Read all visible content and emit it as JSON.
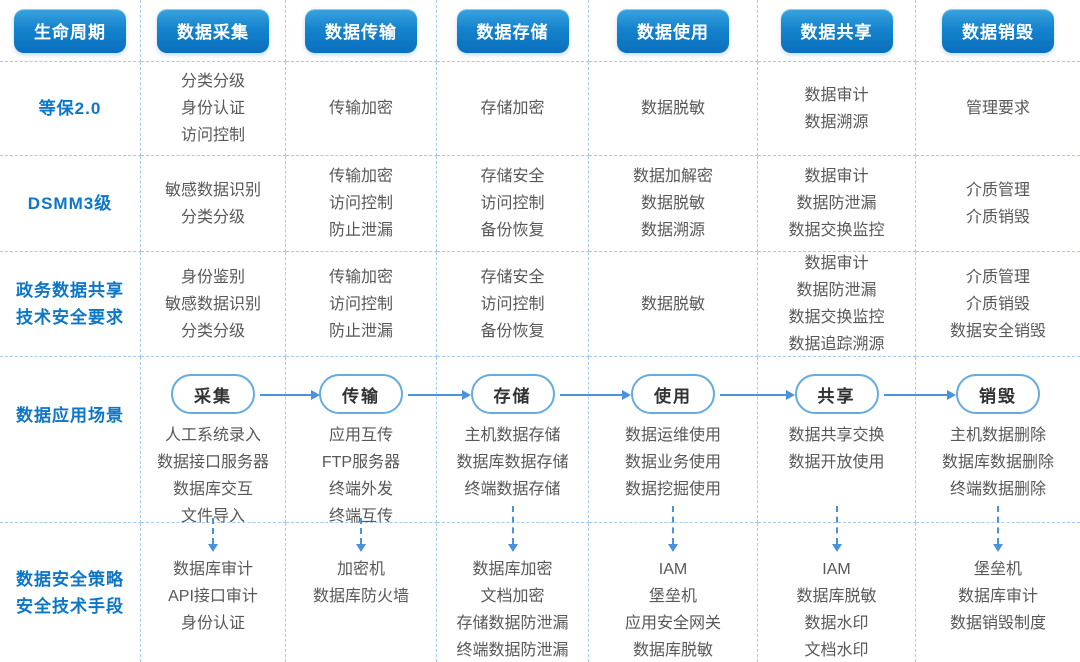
{
  "palette": {
    "pill_gradient_top": "#3aa4e0",
    "pill_gradient_bottom": "#0a6fbe",
    "label_blue": "#0d76c7",
    "cell_text_gray": "#595757",
    "grid_dash_blue": "#a6c9ef",
    "arrow_blue": "#4a92d9",
    "badge_border_blue": "#66abdf"
  },
  "header": {
    "columns": [
      "生命周期",
      "数据采集",
      "数据传输",
      "数据存储",
      "数据使用",
      "数据共享",
      "数据销毁"
    ]
  },
  "standards": [
    {
      "label": "等保2.0",
      "cells": [
        [
          "分类分级",
          "身份认证",
          "访问控制"
        ],
        [
          "传输加密"
        ],
        [
          "存储加密"
        ],
        [
          "数据脱敏"
        ],
        [
          "数据审计",
          "数据溯源"
        ],
        [
          "管理要求"
        ]
      ]
    },
    {
      "label": "DSMM3级",
      "cells": [
        [
          "敏感数据识别",
          "分类分级"
        ],
        [
          "传输加密",
          "访问控制",
          "防止泄漏"
        ],
        [
          "存储安全",
          "访问控制",
          "备份恢复"
        ],
        [
          "数据加解密",
          "数据脱敏",
          "数据溯源"
        ],
        [
          "数据审计",
          "数据防泄漏",
          "数据交换监控"
        ],
        [
          "介质管理",
          "介质销毁"
        ]
      ]
    },
    {
      "label": [
        "政务数据共享",
        "技术安全要求"
      ],
      "cells": [
        [
          "身份鉴别",
          "敏感数据识别",
          "分类分级"
        ],
        [
          "传输加密",
          "访问控制",
          "防止泄漏"
        ],
        [
          "存储安全",
          "访问控制",
          "备份恢复"
        ],
        [
          "数据脱敏"
        ],
        [
          "数据审计",
          "数据防泄漏",
          "数据交换监控",
          "数据追踪溯源"
        ],
        [
          "介质管理",
          "介质销毁",
          "数据安全销毁"
        ]
      ]
    }
  ],
  "scenarios": {
    "label": "数据应用场景",
    "stages": [
      {
        "badge": "采集",
        "items": [
          "人工系统录入",
          "数据接口服务器",
          "数据库交互",
          "文件导入"
        ]
      },
      {
        "badge": "传输",
        "items": [
          "应用互传",
          "FTP服务器",
          "终端外发",
          "终端互传"
        ]
      },
      {
        "badge": "存储",
        "items": [
          "主机数据存储",
          "数据库数据存储",
          "终端数据存储"
        ]
      },
      {
        "badge": "使用",
        "items": [
          "数据运维使用",
          "数据业务使用",
          "数据挖掘使用"
        ]
      },
      {
        "badge": "共享",
        "items": [
          "数据共享交换",
          "数据开放使用"
        ]
      },
      {
        "badge": "销毁",
        "items": [
          "主机数据删除",
          "数据库数据删除",
          "终端数据删除"
        ]
      }
    ]
  },
  "security": {
    "label": [
      "数据安全策略",
      "安全技术手段"
    ],
    "cells": [
      [
        "数据库审计",
        "API接口审计",
        "身份认证"
      ],
      [
        "加密机",
        "数据库防火墙"
      ],
      [
        "数据库加密",
        "文档加密",
        "存储数据防泄漏",
        "终端数据防泄漏"
      ],
      [
        "IAM",
        "堡垒机",
        "应用安全网关",
        "数据库脱敏"
      ],
      [
        "IAM",
        "数据库脱敏",
        "数据水印",
        "文档水印"
      ],
      [
        "堡垒机",
        "数据库审计",
        "数据销毁制度"
      ]
    ]
  }
}
